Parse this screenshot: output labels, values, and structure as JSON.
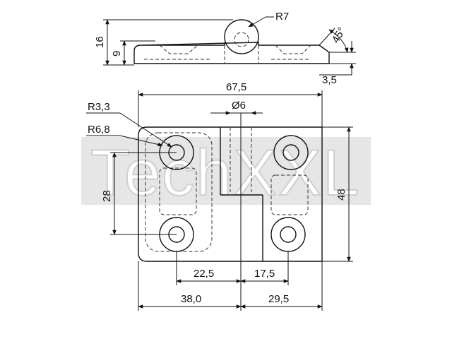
{
  "watermark": {
    "text": "TechXXL"
  },
  "side_view": {
    "dimensions": {
      "height_total": "16",
      "height_leaf": "9",
      "knuckle_radius": "R7",
      "countersink_angle": "45°",
      "leaf_thickness": "3,5"
    }
  },
  "front_view": {
    "dimensions": {
      "overall_width": "67,5",
      "pin_diameter": "Ø6",
      "hole_radius": "R3,3",
      "boss_radius": "R6,8",
      "hole_spacing_vertical": "28",
      "overall_height": "48",
      "left_hole_offset": "22,5",
      "right_hole_offset": "17,5",
      "left_leaf_width": "38,0",
      "right_leaf_width": "29,5"
    }
  },
  "colors": {
    "line": "#111111",
    "watermark_fill": "#e6e6e6",
    "background": "#ffffff"
  }
}
